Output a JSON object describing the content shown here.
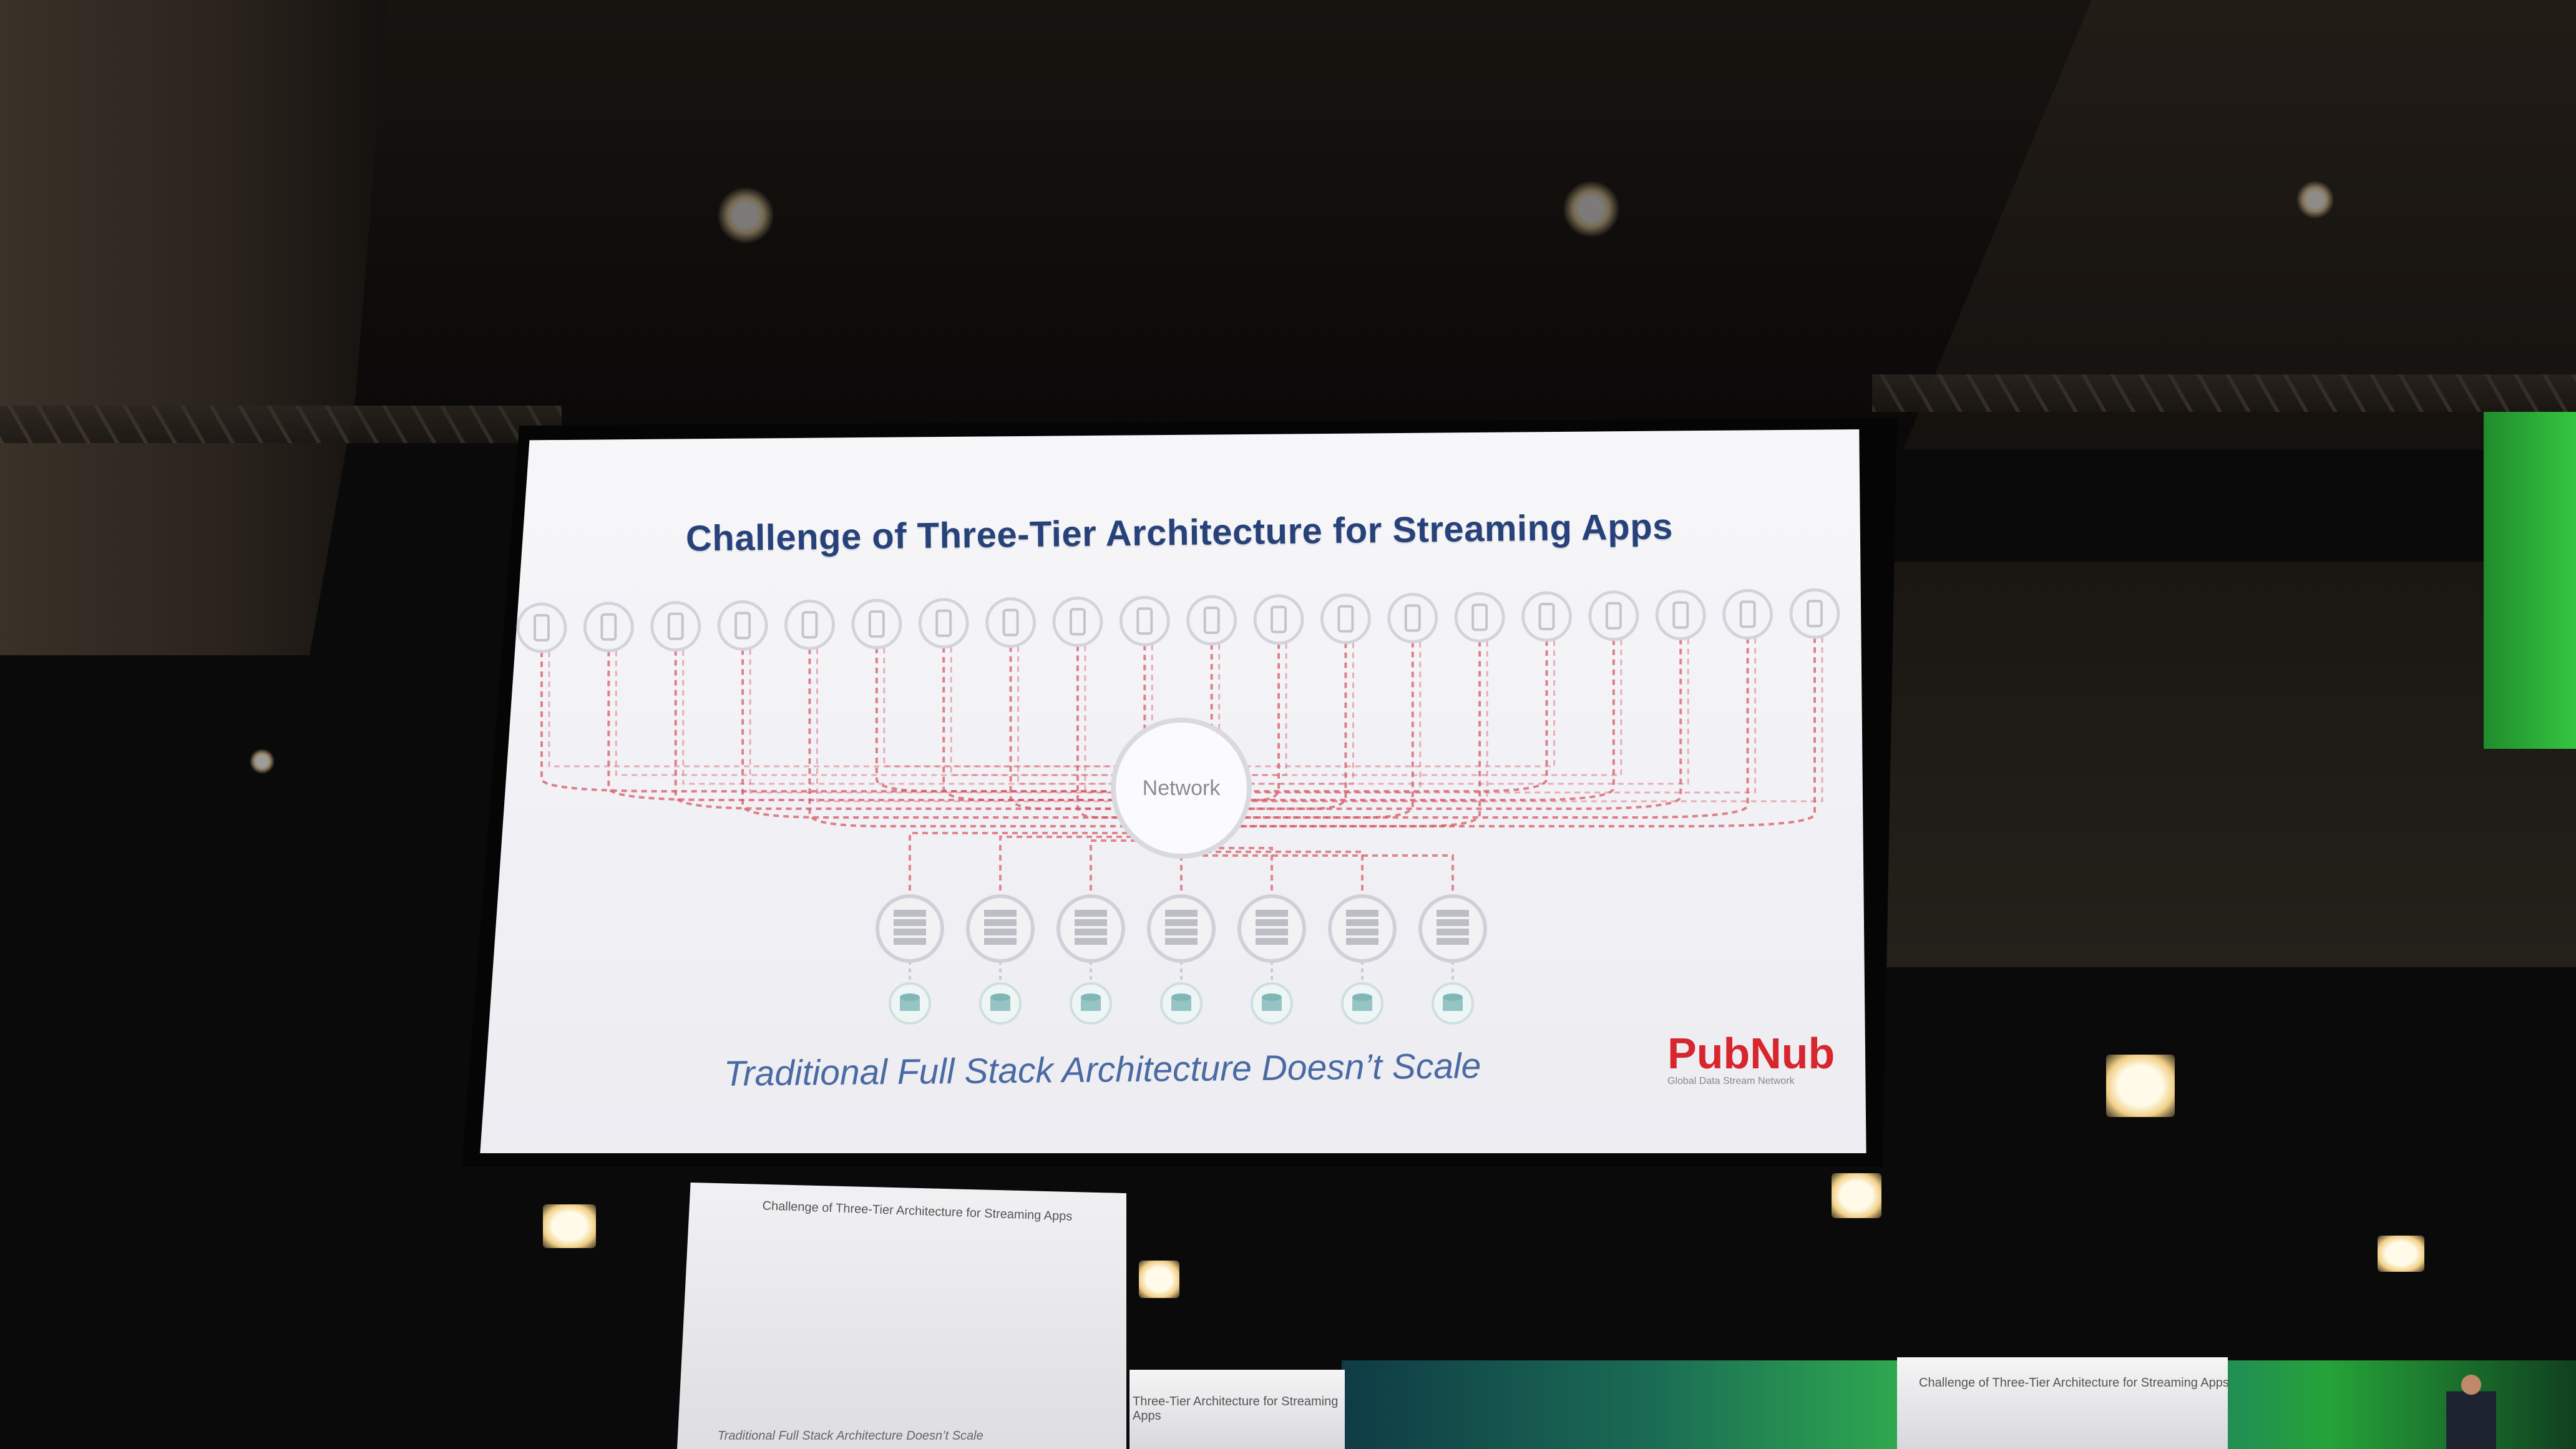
{
  "slide": {
    "title": "Challenge of Three-Tier Architecture for Streaming Apps",
    "caption": "Traditional Full Stack Architecture Doesn’t Scale",
    "hub_label": "Network",
    "logo": {
      "wordmark": "PubNub",
      "tagline": "Global Data Stream Network"
    },
    "client_count": 20,
    "server_count": 7,
    "database_count": 7
  },
  "monitor_small": {
    "title": "Challenge of Three-Tier Architecture for Streaming Apps",
    "caption": "Traditional Full Stack Architecture Doesn’t Scale"
  },
  "stage_monitors": {
    "left_title": "Three-Tier Architecture for Streaming Apps",
    "right_title": "Challenge of Three-Tier Architecture for Streaming Apps"
  },
  "colors": {
    "title_blue": "#27427a",
    "caption_blue": "#4a6aa3",
    "connection_red": "#d65a64",
    "brand_red": "#d7262e",
    "db_teal": "#7fb7b7",
    "stage_green": "#2ea84f"
  }
}
